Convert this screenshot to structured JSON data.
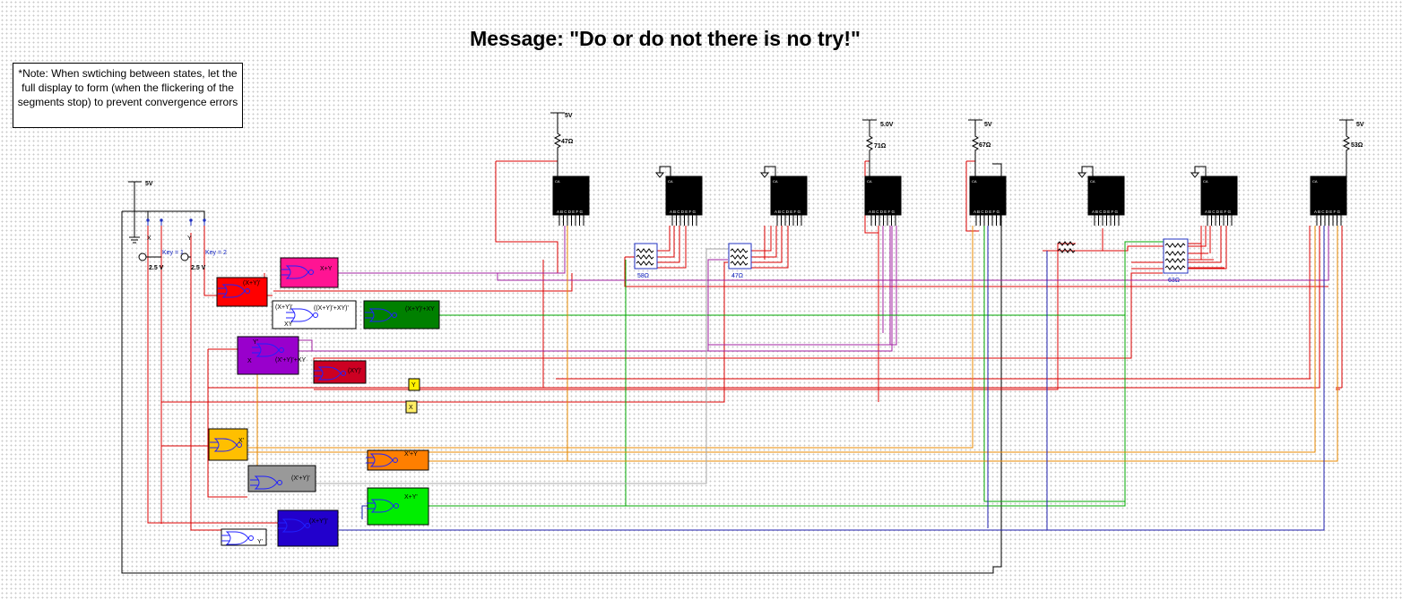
{
  "title": "Message: \"Do or do not there is no try!\"",
  "note": "*Note: When swtiching between states, let the full display to form (when the flickering of the segments stop) to prevent convergence errors",
  "supply": {
    "main": "5V"
  },
  "switches": {
    "x_label": "X",
    "y_label": "Y",
    "key_x": "Key = 1",
    "key_y": "Key = 2",
    "src_x": "2.5 V",
    "src_y": "2.5 V"
  },
  "gates": [
    {
      "id": "x-plus-y",
      "label": "X+Y",
      "color": "#ff1493"
    },
    {
      "id": "x-plus-y-inv",
      "label": "(X+Y)'",
      "color": "#ff0000"
    },
    {
      "id": "nand-xy",
      "label": "((X+Y)'+XY)'",
      "color": "#ffffff",
      "sub1": "(X+Y)'",
      "sub2": "XY"
    },
    {
      "id": "or-combo",
      "label": "(X+Y)'+XY",
      "color": "#008000"
    },
    {
      "id": "purple",
      "label": "(X'+Y)'+XY",
      "color": "#9900cc",
      "sub1": "Y'",
      "sub2": "X"
    },
    {
      "id": "xy-inv",
      "label": "(XY)'",
      "color": "#cc0022"
    },
    {
      "id": "x-inv",
      "label": "X'",
      "color": "#ffbf00"
    },
    {
      "id": "grey",
      "label": "(X'+Y)'",
      "color": "#999999"
    },
    {
      "id": "orange",
      "label": "X'+Y",
      "color": "#ff7f00"
    },
    {
      "id": "green",
      "label": "X+Y'",
      "color": "#00ee00"
    },
    {
      "id": "blue",
      "label": "(X+Y')'",
      "color": "#2200cc"
    },
    {
      "id": "y-inv",
      "label": "Y'",
      "color": "#ffffff"
    }
  ],
  "probes": {
    "y": "Y",
    "x": "X"
  },
  "displays": {
    "d1": {
      "supply": "5V",
      "resistor": "47Ω"
    },
    "d4": {
      "supply": "5.0V",
      "resistor": "71Ω"
    },
    "d5": {
      "supply": "5V",
      "resistor": "67Ω"
    },
    "d8": {
      "supply": "5V",
      "resistor": "53Ω"
    },
    "segment_letters": "A B C D E F G"
  },
  "resistor_networks": {
    "n1": "58Ω",
    "n2": "47Ω",
    "n3": "63Ω"
  }
}
